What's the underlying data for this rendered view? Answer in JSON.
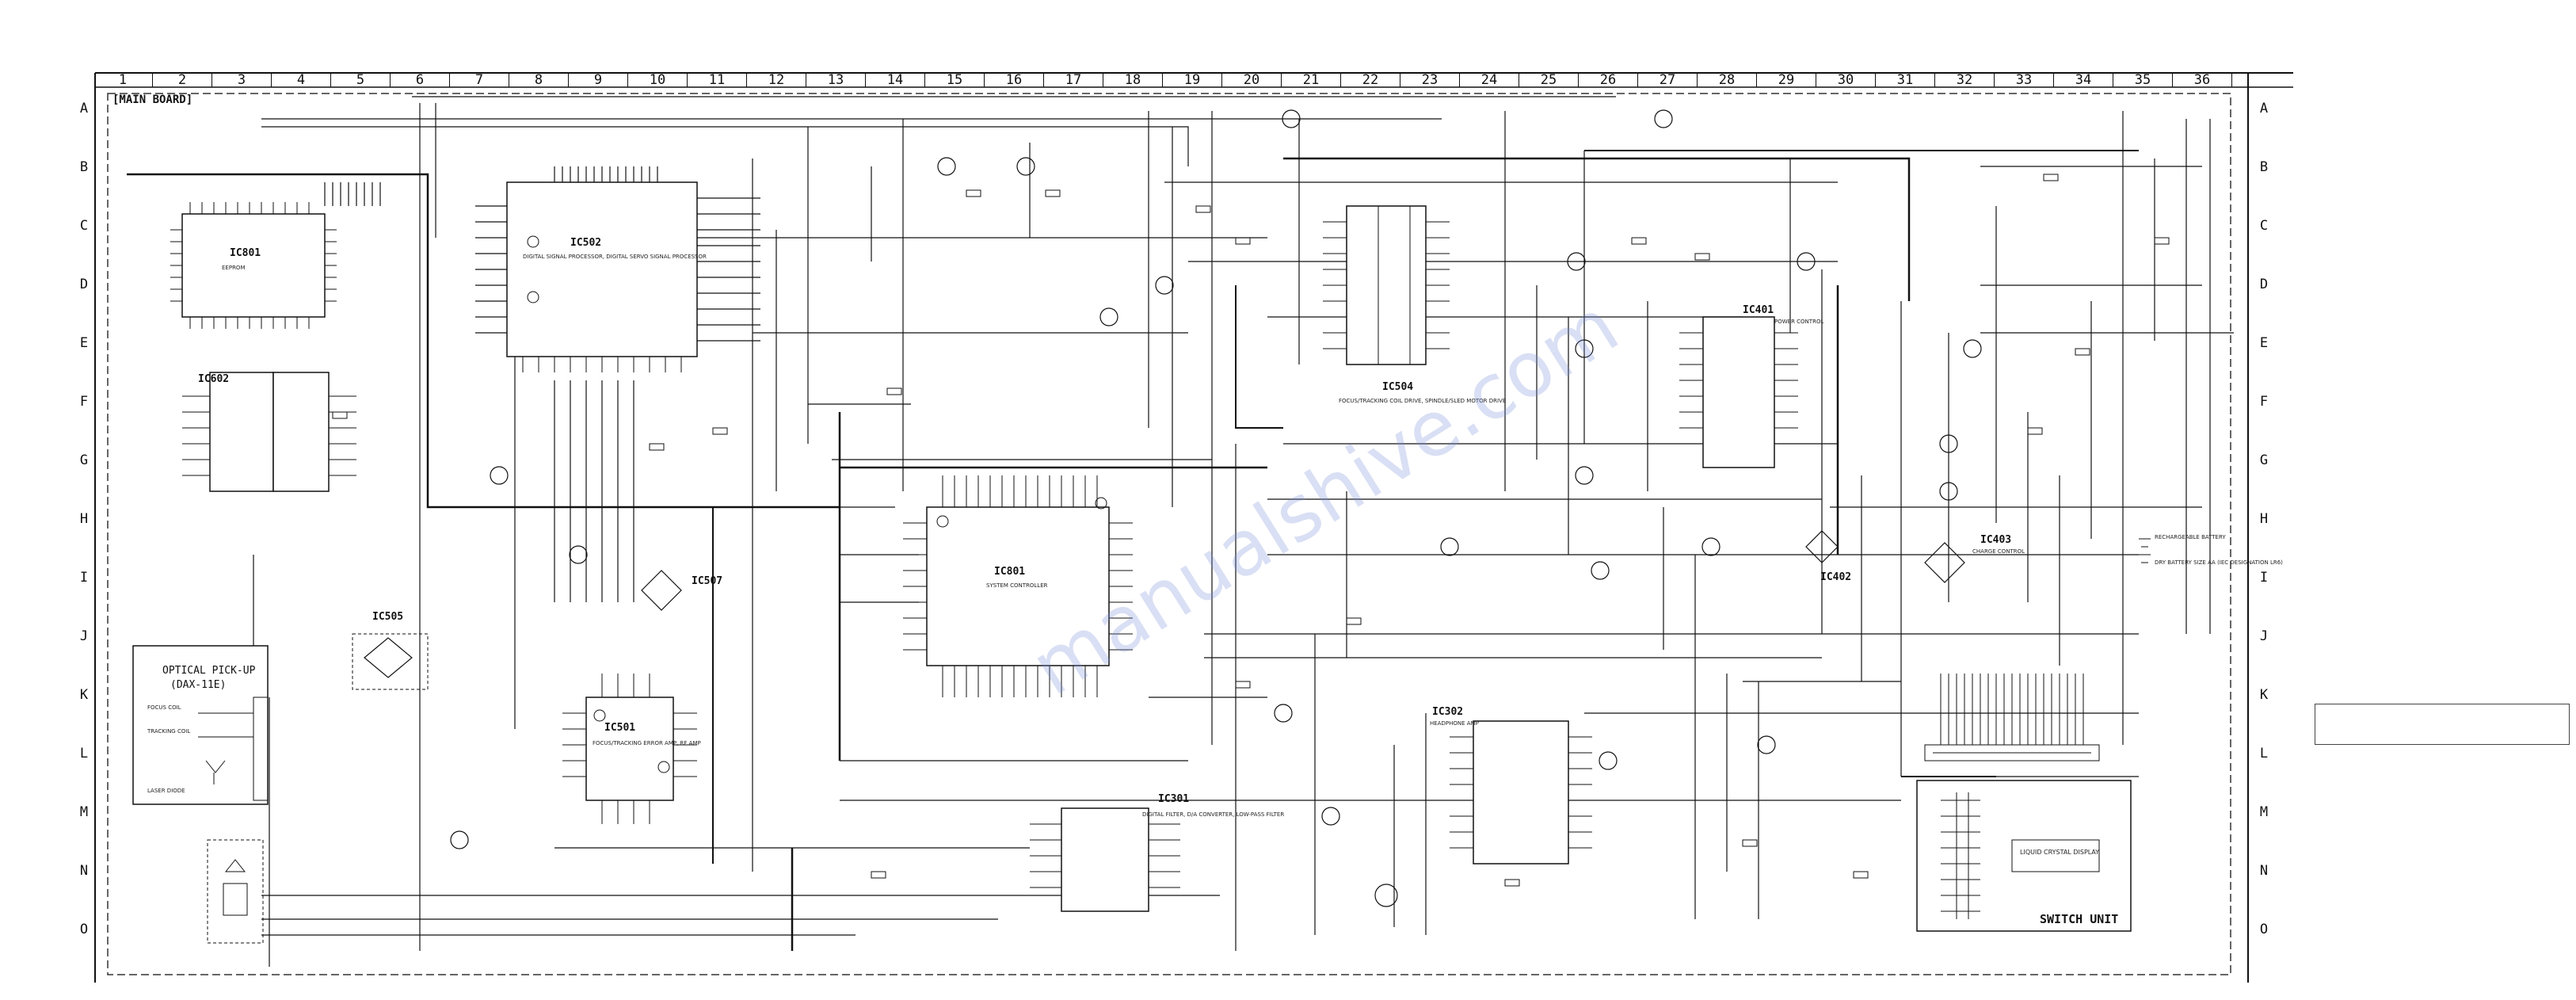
{
  "board_title": "[MAIN BOARD]",
  "column_numbers": [
    "1",
    "2",
    "3",
    "4",
    "5",
    "6",
    "7",
    "8",
    "9",
    "10",
    "11",
    "12",
    "13",
    "14",
    "15",
    "16",
    "17",
    "18",
    "19",
    "20",
    "21",
    "22",
    "23",
    "24",
    "25",
    "26",
    "27",
    "28",
    "29",
    "30",
    "31",
    "32",
    "33",
    "34",
    "35",
    "36"
  ],
  "row_letters": [
    "A",
    "B",
    "C",
    "D",
    "E",
    "F",
    "G",
    "H",
    "I",
    "J",
    "K",
    "L",
    "M",
    "N",
    "O"
  ],
  "ics": {
    "ic801": "IC801",
    "ic602": "IC602",
    "ic502": "IC502",
    "ic504": "IC504",
    "ic401": "IC401",
    "ic505": "IC505",
    "ic507": "IC507",
    "ic501": "IC501",
    "ic801b": "IC801",
    "ic403": "IC403",
    "ic402": "IC402",
    "ic302": "IC302",
    "ic301": "IC301"
  },
  "ic_descriptions": {
    "ic801": "EEPROM",
    "ic502": "DIGITAL SIGNAL PROCESSOR, DIGITAL SERVO SIGNAL PROCESSOR",
    "ic504": "FOCUS/TRACKING COIL DRIVE, SPINDLE/SLED MOTOR DRIVE",
    "ic401": "POWER CONTROL",
    "ic501": "FOCUS/TRACKING ERROR AMP, RF AMP",
    "ic801b": "SYSTEM CONTROLLER",
    "ic403": "CHARGE CONTROL",
    "ic302": "HEADPHONE AMP",
    "ic301": "DIGITAL FILTER, D/A CONVERTER, LOW-PASS FILTER"
  },
  "pickup": {
    "title": "OPTICAL PICK-UP",
    "model": "(DAX-11E)",
    "focus_label": "FOCUS COIL",
    "tracking_label": "TRACKING COIL",
    "laser_label": "LASER DIODE"
  },
  "switch_unit": {
    "title": "SWITCH UNIT",
    "lcd_label": "LIQUID CRYSTAL DISPLAY"
  },
  "battery": {
    "title": "RECHARGEABLE BATTERY",
    "note": "DRY BATTERY SIZE AA (IEC DESIGNATION LR6)"
  },
  "watermark": "manualshive.com",
  "side_box_text": ""
}
